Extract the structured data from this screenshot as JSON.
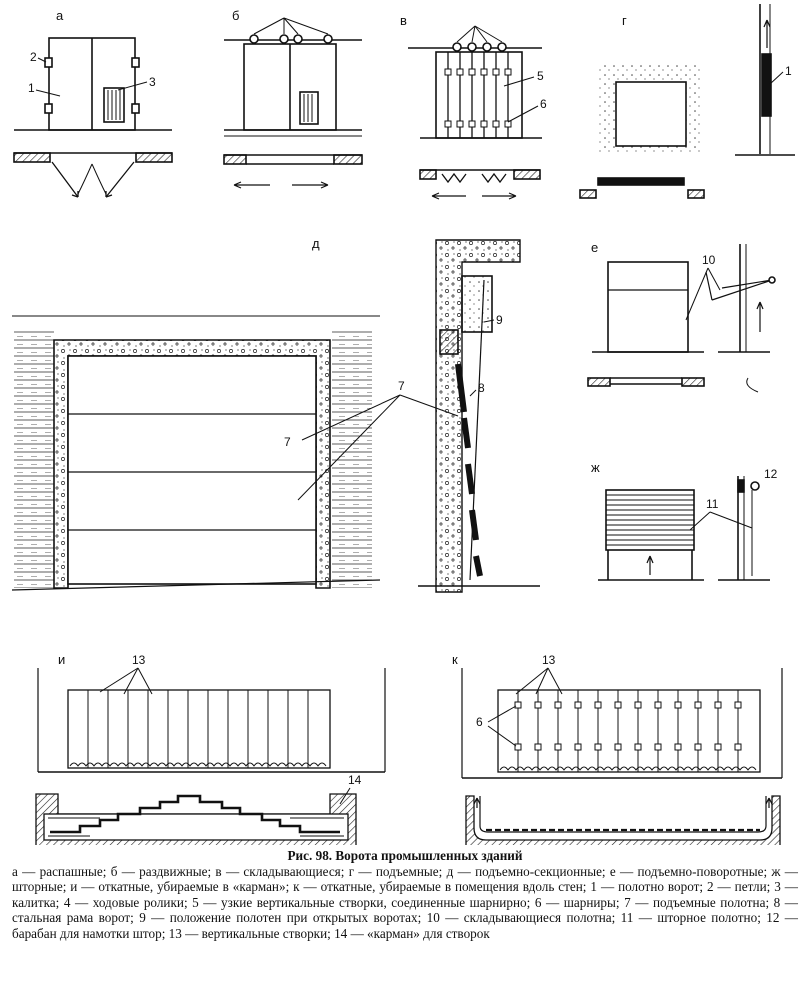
{
  "panels": {
    "a": "а",
    "b": "б",
    "v": "в",
    "g": "г",
    "d": "д",
    "e": "е",
    "zh": "ж",
    "i": "и",
    "k": "к"
  },
  "callouts": {
    "n1": "1",
    "n1b": "1",
    "n2": "2",
    "n3": "3",
    "n5": "5",
    "n6": "6",
    "n6b": "6",
    "n7": "7",
    "n8": "8",
    "n9": "9",
    "n10": "10",
    "n11": "11",
    "n12": "12",
    "n13": "13",
    "n13b": "13",
    "n14": "14"
  },
  "caption": {
    "title": "Рис. 98. Ворота промышленных зданий",
    "body": "а — распашные; б — раздвижные; в — складывающиеся; г — подъемные; д — подъемно-секционные; е — подъемно-поворотные; ж — шторные; и — откатные, убираемые в «карман»; к — откатные, убираемые в помещения вдоль стен; 1 — полотно ворот; 2 — петли; 3 — калитка; 4 — ходовые ролики; 5 — узкие вертикальные створки, соединенные шарнирно; 6 — шарниры; 7 — подъемные полотна; 8 — стальная рама ворот; 9 — положение полотен при открытых воротах; 10 — складывающиеся полотна; 11 — шторное полотно; 12 — барабан для намотки штор; 13 — вертикальные створки; 14 — «карман» для створок"
  }
}
